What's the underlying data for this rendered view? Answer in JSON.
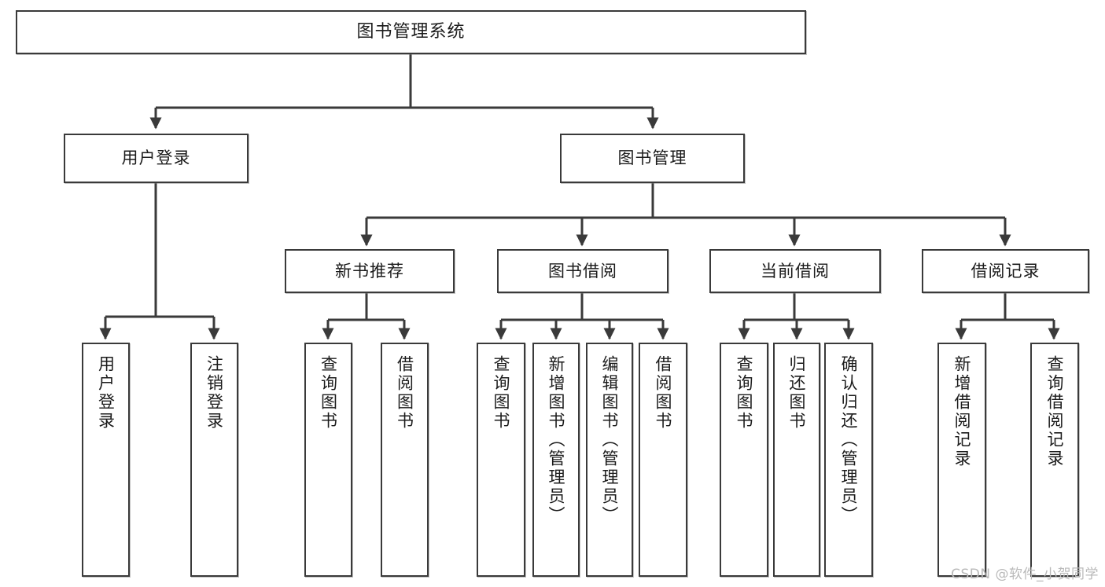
{
  "diagram": {
    "type": "tree",
    "title": "图书管理系统",
    "watermark": "CSDN @软件_小贺同学",
    "colors": {
      "stroke": "#3a3a3a",
      "fill": "#ffffff",
      "text": "#1b1b1b",
      "watermark": "#b9b9b9"
    },
    "root": {
      "label": "图书管理系统"
    },
    "level1": [
      {
        "label": "用户登录"
      },
      {
        "label": "图书管理"
      }
    ],
    "level2": [
      {
        "label": "新书推荐"
      },
      {
        "label": "图书借阅"
      },
      {
        "label": "当前借阅"
      },
      {
        "label": "借阅记录"
      }
    ],
    "leaves": {
      "user_login": [
        {
          "label": "用户登录"
        },
        {
          "label": "注销登录"
        }
      ],
      "new_book": [
        {
          "label": "查询图书"
        },
        {
          "label": "借阅图书"
        }
      ],
      "borrow_book": [
        {
          "label": "查询图书"
        },
        {
          "label": "新增图书（管理员）"
        },
        {
          "label": "编辑图书（管理员）"
        },
        {
          "label": "借阅图书"
        }
      ],
      "current_borrow": [
        {
          "label": "查询图书"
        },
        {
          "label": "归还图书"
        },
        {
          "label": "确认归还（管理员）"
        }
      ],
      "borrow_record": [
        {
          "label": "新增借阅记录"
        },
        {
          "label": "查询借阅记录"
        }
      ]
    }
  }
}
